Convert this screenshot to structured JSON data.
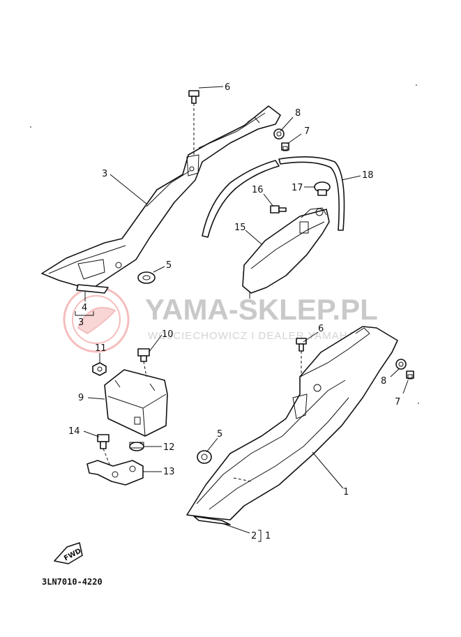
{
  "diagram": {
    "callouts": {
      "p1": "1",
      "p2": "2",
      "p3": "3",
      "p3b": "3",
      "p4": "4",
      "p5a": "5",
      "p5b": "5",
      "p6a": "6",
      "p6b": "6",
      "p7a": "7",
      "p7b": "7",
      "p8a": "8",
      "p8b": "8",
      "p9": "9",
      "p10": "10",
      "p11": "11",
      "p12": "12",
      "p13": "13",
      "p14": "14",
      "p15": "15",
      "p16": "16",
      "p17": "17",
      "p18": "18",
      "p1b": "1"
    },
    "fwd_label": "FWD",
    "figure_code": "3LN7010-4220"
  },
  "watermark": {
    "brand": "YAMA-SKLEP.PL",
    "subtitle": "WOJCIECHOWICZ I DEALER YAMAHA",
    "logo_color": "#e05050",
    "text_color": "#c9c9c9"
  }
}
